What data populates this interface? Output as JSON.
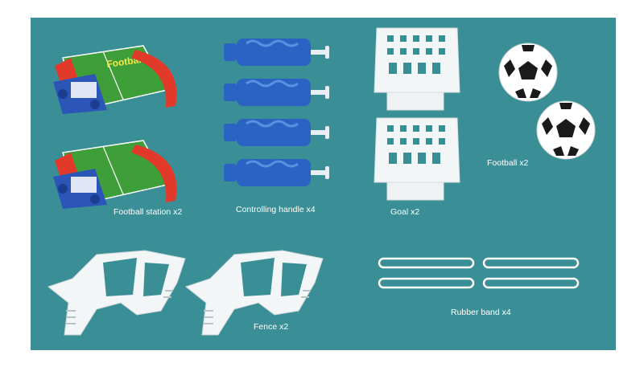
{
  "items": {
    "football_station": {
      "label": "Football station x2",
      "board_text": "Football"
    },
    "controlling_handle": {
      "label": "Controlling handle x4"
    },
    "goal": {
      "label": "Goal x2"
    },
    "football": {
      "label": "Football x2"
    },
    "fence": {
      "label": "Fence x2"
    },
    "rubber_band": {
      "label": "Rubber band x4"
    }
  },
  "colors": {
    "background": "#3a8f96",
    "handle_blue": "#2a63c4",
    "pitch_green": "#3e9e3a",
    "frame_red": "#e23a2a",
    "base_blue": "#2c55b8",
    "white_part": "#f3f6f7"
  }
}
